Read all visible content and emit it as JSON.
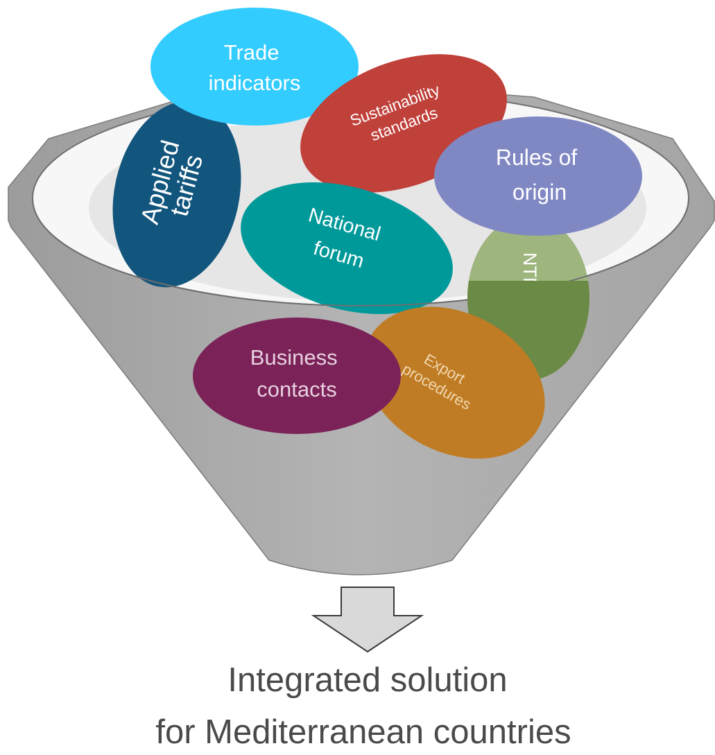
{
  "bubbles": {
    "trade_indicators": {
      "line1": "Trade",
      "line2": "indicators",
      "color": "#33ccff"
    },
    "sustainability_standards": {
      "line1": "Sustainability",
      "line2": "standards",
      "color": "#c0403a"
    },
    "applied_tariffs": {
      "line1": "Applied",
      "line2": "tariffs",
      "color": "#12557d"
    },
    "rules_of_origin": {
      "line1": "Rules of",
      "line2": "origin",
      "color": "#8088c4"
    },
    "national_forum": {
      "line1": "National",
      "line2": "forum",
      "color": "#00999a"
    },
    "ntms": {
      "line1": "NTMs",
      "color": "#7a9a50"
    },
    "business_contacts": {
      "line1": "Business",
      "line2": "contacts",
      "color": "#7b2359"
    },
    "export_procedures": {
      "line1": "Export",
      "line2": "procedures",
      "color": "#c07c24"
    }
  },
  "caption": {
    "line1": "Integrated solution",
    "line2": "for Mediterranean countries"
  }
}
